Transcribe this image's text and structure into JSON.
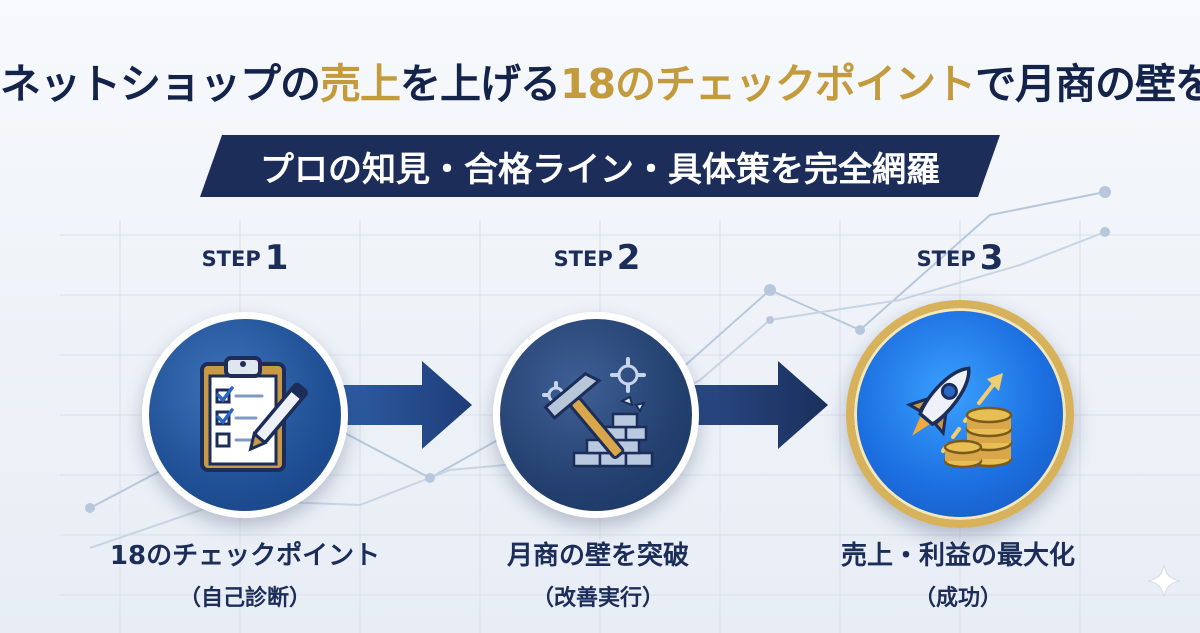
{
  "headline": {
    "part1": "ネットショップの",
    "part2_gold": "売上",
    "part3": "を上げる",
    "part4_gold": "18のチェックポイント",
    "part5": "で月商の壁を突破する！"
  },
  "banner": {
    "text": "プロの知見・合格ライン・具体策を完全網羅"
  },
  "steps": [
    {
      "word": "STEP",
      "number": "1",
      "icon": "clipboard-checklist-icon",
      "caption": "18のチェックポイント",
      "sub": "（自己診断）"
    },
    {
      "word": "STEP",
      "number": "2",
      "icon": "hammer-wall-icon",
      "caption": "月商の壁を突破",
      "sub": "（改善実行）"
    },
    {
      "word": "STEP",
      "number": "3",
      "icon": "rocket-coins-icon",
      "caption": "売上・利益の最大化",
      "sub": "（成功）"
    }
  ],
  "colors": {
    "navy": "#1b2d58",
    "gold": "#c39a3c",
    "step3_blue": "#1c6fe0"
  }
}
